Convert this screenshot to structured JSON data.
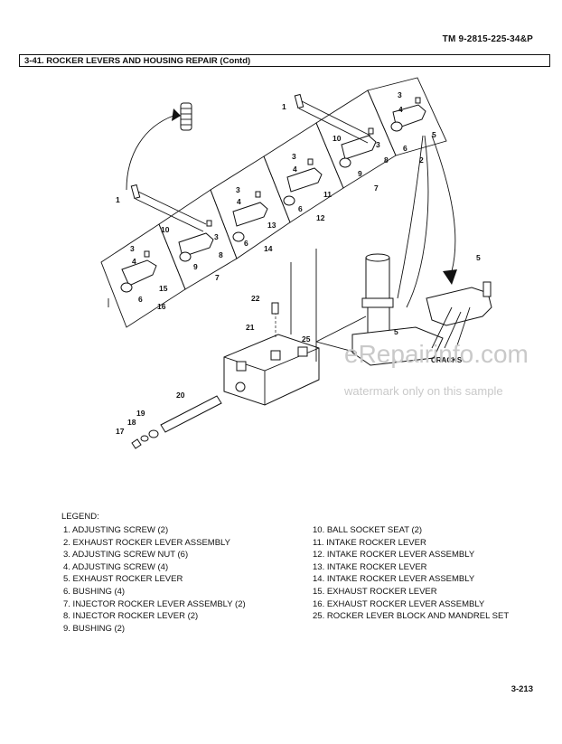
{
  "header": {
    "doc_number": "TM 9-2815-225-34&P",
    "section_title": "3-41.  ROCKER LEVERS AND HOUSING REPAIR (Contd)"
  },
  "diagram": {
    "callouts": [
      "1",
      "2",
      "3",
      "4",
      "5",
      "6",
      "7",
      "8",
      "9",
      "10",
      "11",
      "12",
      "13",
      "14",
      "15",
      "16",
      "17",
      "18",
      "19",
      "20",
      "21",
      "22",
      "25"
    ],
    "cracks_label": "CRACKS",
    "watermark_site": "eRepairinfo.com",
    "watermark_note": "watermark only on this sample"
  },
  "legend": {
    "title": "LEGEND:",
    "left": [
      "1. ADJUSTING SCREW (2)",
      "2. EXHAUST ROCKER LEVER ASSEMBLY",
      "3. ADJUSTING SCREW NUT (6)",
      "4. ADJUSTING SCREW (4)",
      "5. EXHAUST ROCKER LEVER",
      "6. BUSHING (4)",
      "7. INJECTOR ROCKER LEVER ASSEMBLY (2)",
      "8. INJECTOR ROCKER LEVER (2)",
      "9. BUSHING (2)"
    ],
    "right": [
      "10. BALL SOCKET SEAT (2)",
      "11. INTAKE ROCKER LEVER",
      "12. INTAKE ROCKER LEVER ASSEMBLY",
      "13. INTAKE ROCKER LEVER",
      "14. INTAKE ROCKER LEVER ASSEMBLY",
      "15. EXHAUST ROCKER LEVER",
      "16. EXHAUST ROCKER LEVER ASSEMBLY",
      "25. ROCKER LEVER BLOCK AND MANDREL SET"
    ]
  },
  "footer": {
    "page_number": "3-213"
  }
}
